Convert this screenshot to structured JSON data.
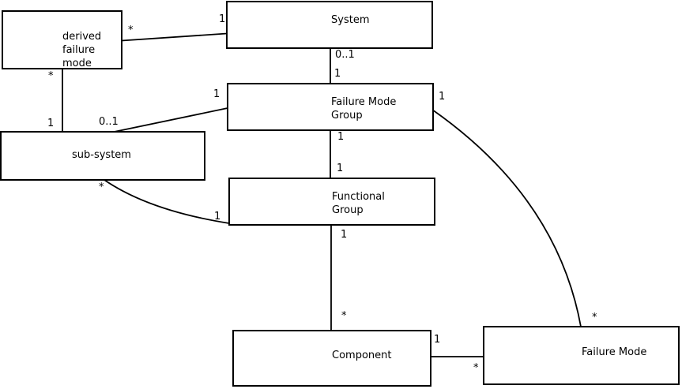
{
  "colors": {
    "background": "#ffffff",
    "line": "#000000",
    "text": "#000000"
  },
  "nodes": {
    "derived_failure_mode": {
      "label": "derived\nfailure\nmode"
    },
    "system": {
      "label": "System"
    },
    "failure_mode_group": {
      "label": "Failure Mode\nGroup"
    },
    "sub_system": {
      "label": "sub-system"
    },
    "functional_group": {
      "label": "Functional\nGroup"
    },
    "component": {
      "label": "Component"
    },
    "failure_mode": {
      "label": "Failure Mode"
    }
  },
  "multiplicity": {
    "derived_system": {
      "derived_end": "*",
      "system_end": "1"
    },
    "system_fmg": {
      "system_end": "0..1",
      "fmg_end": "1"
    },
    "derived_subsystem": {
      "derived_end": "*",
      "subsystem_end": "1"
    },
    "fmg_subsystem": {
      "fmg_end": "1",
      "subsystem_end": "0..1"
    },
    "fmg_functional": {
      "fmg_end": "1",
      "functional_end": "1"
    },
    "subsystem_functional": {
      "subsystem_end": "*",
      "functional_end": "1"
    },
    "functional_component": {
      "functional_end": "1",
      "component_end": "*"
    },
    "component_failure_mode": {
      "component_end": "1",
      "failure_mode_end": "*"
    },
    "fmg_failure_mode": {
      "fmg_end": "1",
      "failure_mode_end": "*"
    }
  }
}
